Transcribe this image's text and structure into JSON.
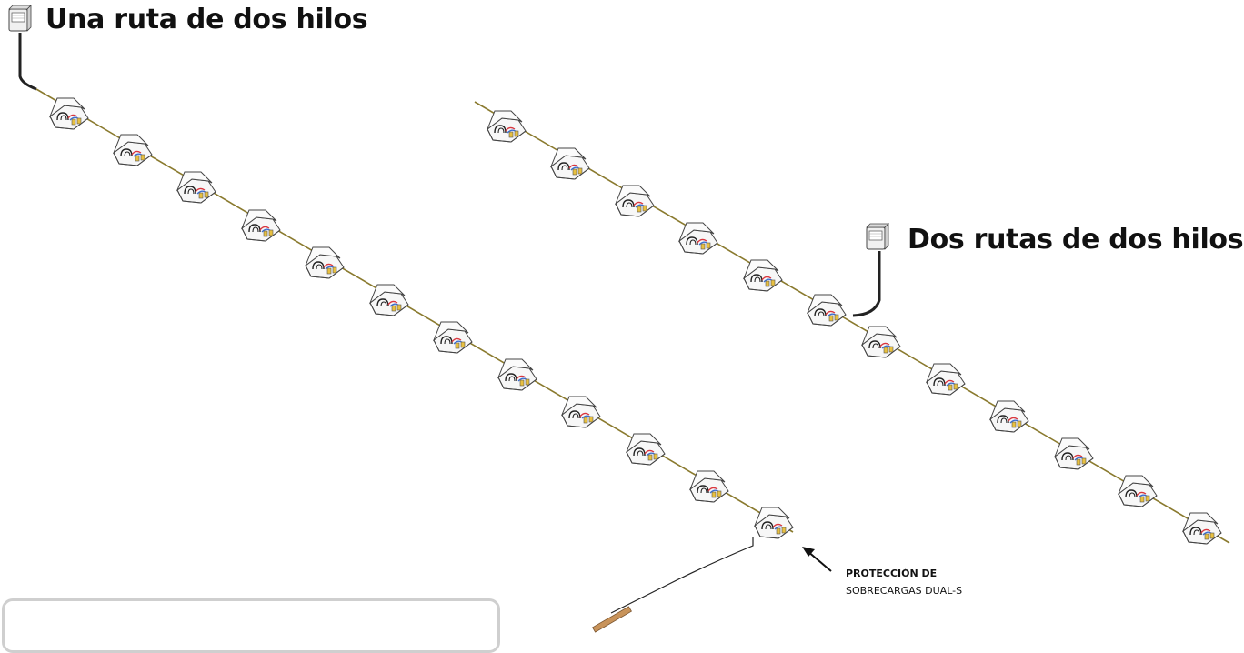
{
  "titles": {
    "single_path": "Una ruta de dos hilos",
    "dual_path": "Dos rutas de dos hilos"
  },
  "callout": {
    "line1": "PROTECCIÓN DE",
    "line2": "SOBRECARGAS DUAL-S"
  },
  "colors": {
    "wire": "#8a7a2e",
    "cable": "#222222",
    "box_outline": "#444444",
    "ground_rod": "#c8935a",
    "red_wire": "#d9363e",
    "blue_wire": "#3b6fd1"
  },
  "icons": [
    "controller-icon",
    "valve-box-icon",
    "ground-rod-icon",
    "arrow-icon"
  ]
}
